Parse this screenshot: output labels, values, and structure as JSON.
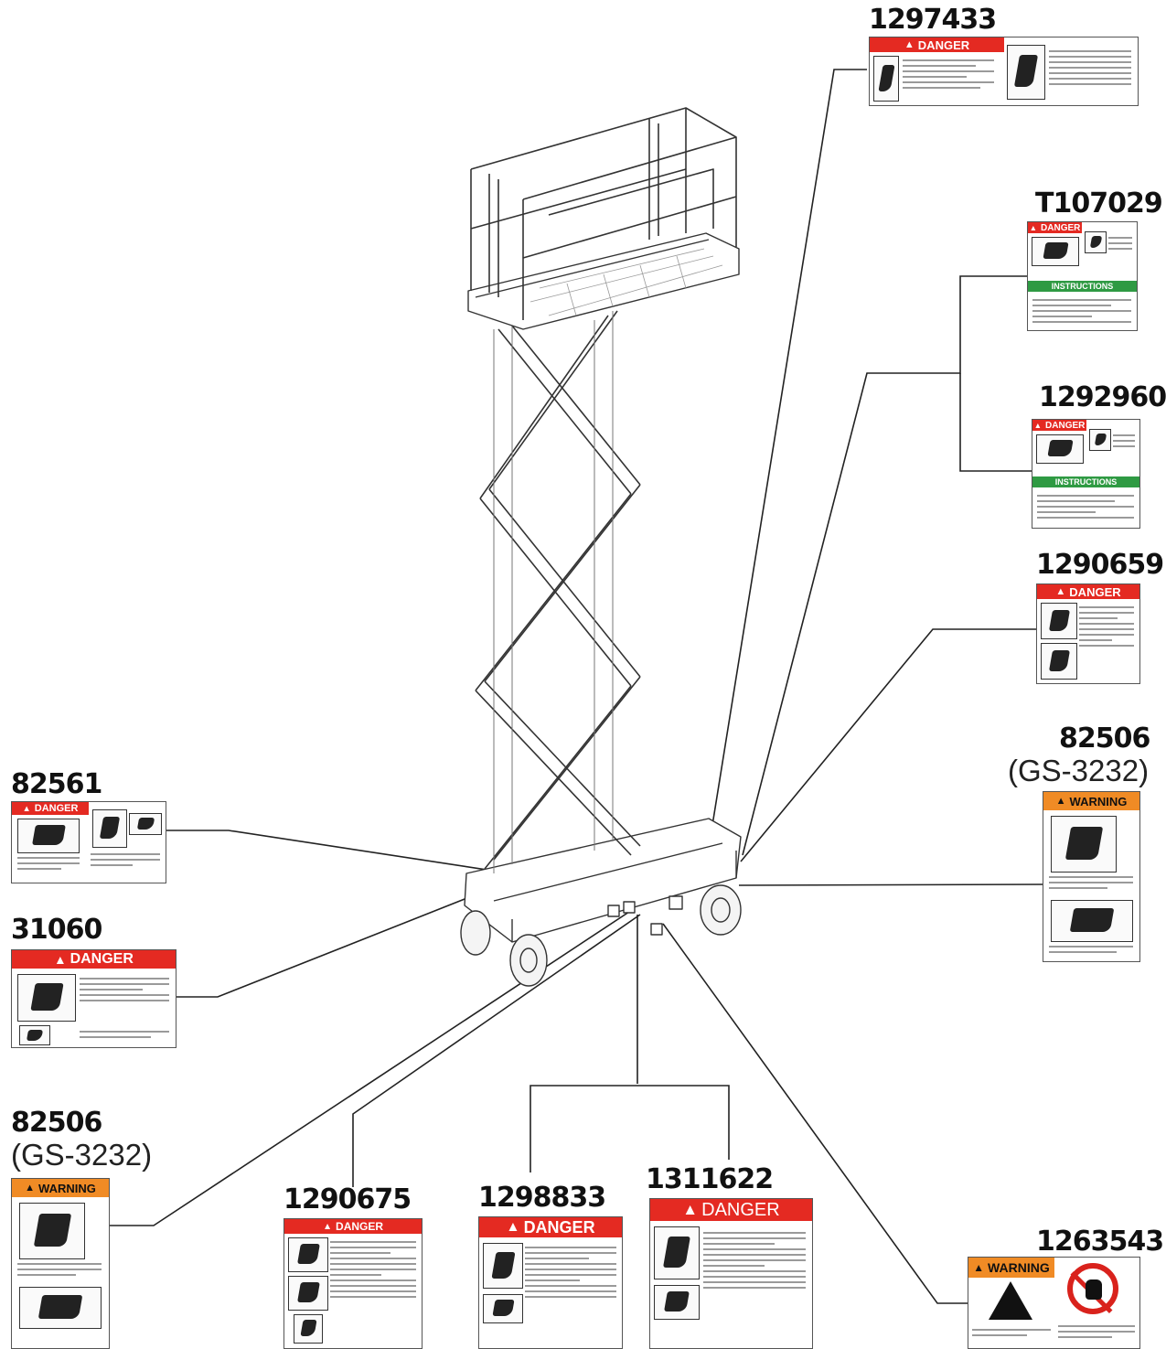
{
  "decals": {
    "d1297433": {
      "number": "1297433",
      "header": "DANGER",
      "color": "#e42a22"
    },
    "dT107029": {
      "number": "T107029",
      "header": "DANGER",
      "instr": "INSTRUCTIONS",
      "color": "#e42a22"
    },
    "d1292960": {
      "number": "1292960",
      "header": "DANGER",
      "instr": "INSTRUCTIONS",
      "color": "#e42a22"
    },
    "d1290659": {
      "number": "1290659",
      "header": "DANGER",
      "color": "#e42a22"
    },
    "d82506r": {
      "number": "82506",
      "model": "(GS-3232)",
      "header": "WARNING",
      "color": "#f08b25"
    },
    "d82561": {
      "number": "82561",
      "header": "DANGER",
      "color": "#e42a22"
    },
    "d31060": {
      "number": "31060",
      "header": "DANGER",
      "color": "#e42a22"
    },
    "d82506l": {
      "number": "82506",
      "model": "(GS-3232)",
      "header": "WARNING",
      "color": "#f08b25"
    },
    "d1290675": {
      "number": "1290675",
      "header": "DANGER",
      "color": "#e42a22"
    },
    "d1298833": {
      "number": "1298833",
      "header": "DANGER",
      "color": "#e42a22"
    },
    "d1311622": {
      "number": "1311622",
      "header": "DANGER",
      "color": "#e42a22"
    },
    "d1263543": {
      "number": "1263543",
      "header": "WARNING",
      "color": "#f08b25"
    }
  }
}
